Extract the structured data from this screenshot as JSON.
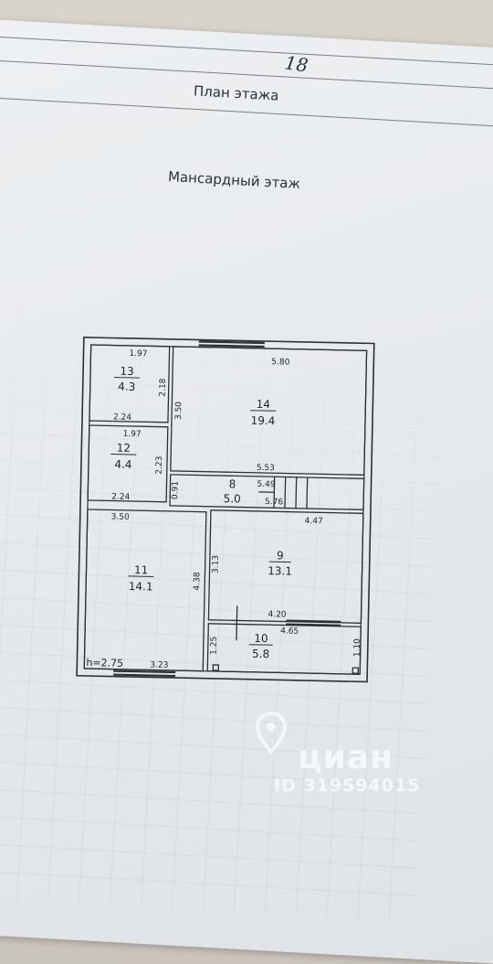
{
  "document": {
    "page_number": "18",
    "title": "План этажа",
    "subtitle": "Мансардный этаж"
  },
  "plan": {
    "ceiling_height": "h=2.75",
    "rooms": [
      {
        "number": "13",
        "area": "4.3"
      },
      {
        "number": "14",
        "area": "19.4"
      },
      {
        "number": "12",
        "area": "4.4"
      },
      {
        "number": "8",
        "area": "5.0"
      },
      {
        "number": "11",
        "area": "14.1"
      },
      {
        "number": "9",
        "area": "13.1"
      },
      {
        "number": "10",
        "area": "5.8"
      }
    ],
    "dimensions": {
      "d13_top": "1.97",
      "d13_side": "2.18",
      "d13_bottom": "2.24",
      "d14_top": "5.80",
      "d14_side": "3.50",
      "d14_bottom": "5.53",
      "d12_top": "1.97",
      "d12_side": "2.23",
      "d12_bottom": "2.24",
      "d8_side": "0.91",
      "d8_stair_a": "5.49",
      "d8_stair_b": "5.76",
      "d11_top": "3.50",
      "d11_side": "4.38",
      "d11_bottom": "3.23",
      "d9_top": "4.47",
      "d9_side": "3.13",
      "d9_bottom": "4.20",
      "d10_side": "1.25",
      "d10_top": "4.65",
      "d10_right": "1.10"
    }
  },
  "watermark": {
    "brand": "циан",
    "listing_id": "ID 319594015"
  }
}
